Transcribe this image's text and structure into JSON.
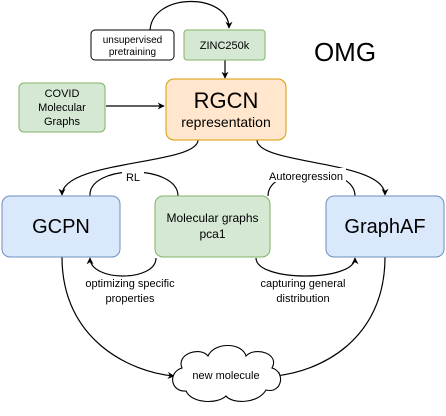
{
  "title": "OMG",
  "nodes": {
    "zinc": "ZINC250k",
    "pretrain": [
      "unsupervised",
      "pretraining"
    ],
    "covid": [
      "COVID",
      "Molecular",
      "Graphs"
    ],
    "rgcn": [
      "RGCN",
      "representation"
    ],
    "gcpn": "GCPN",
    "molgraphs": [
      "Molecular graphs",
      "pca1"
    ],
    "graphaf": "GraphAF",
    "newmol": "new molecule"
  },
  "edge_labels": {
    "rl": "RL",
    "autoregression": "Autoregression",
    "optimizing": [
      "optimizing specific",
      "properties"
    ],
    "capturing": [
      "capturing general",
      "distribution"
    ]
  },
  "colors": {
    "green_fill": "#d5e8d4",
    "green_stroke": "#82b366",
    "orange_fill": "#ffe6cc",
    "orange_stroke": "#d79b00",
    "blue_fill": "#dae8fc",
    "blue_stroke": "#6c8ebf",
    "edge": "#000000"
  }
}
